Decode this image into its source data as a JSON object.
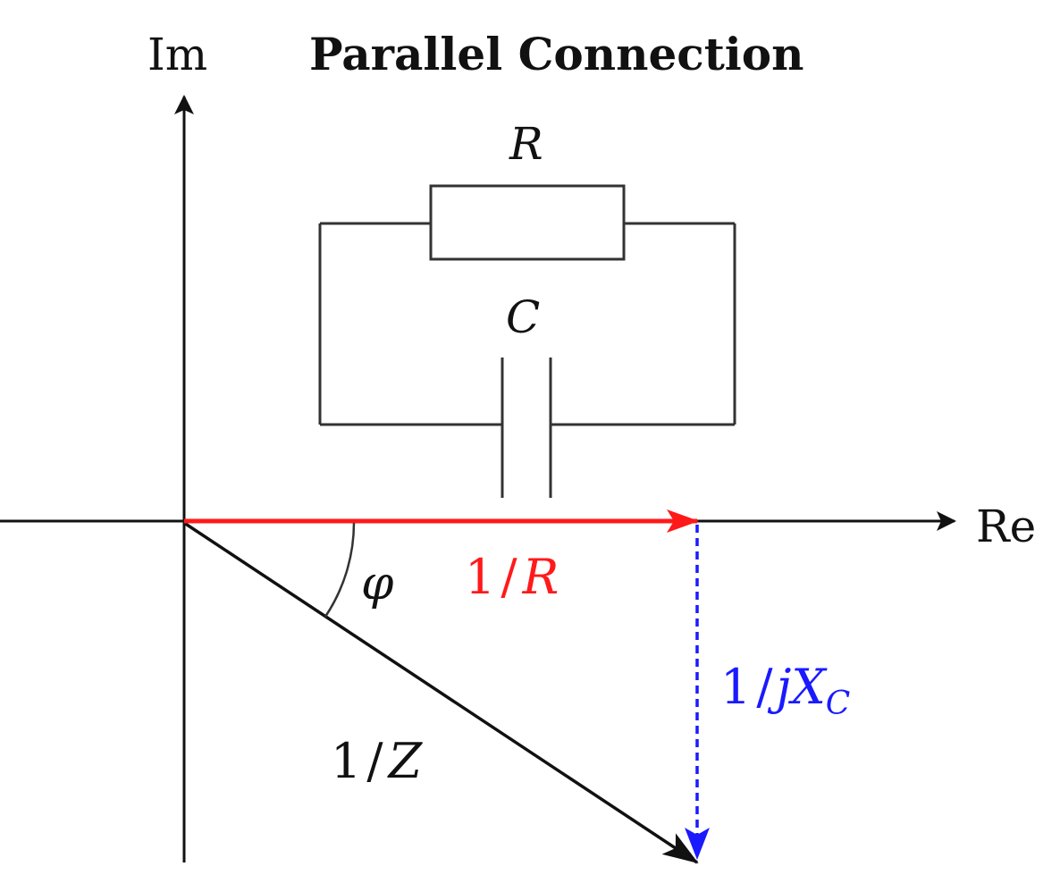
{
  "title": "Parallel Connection",
  "axes": {
    "imaginary_label": "Im",
    "real_label": "Re"
  },
  "circuit": {
    "resistor_label": "R",
    "capacitor_label": "C"
  },
  "phasors": {
    "conductance": {
      "numerator": "1",
      "slash": "/",
      "symbol": "R",
      "color": "#ff1a1a"
    },
    "susceptance": {
      "numerator": "1",
      "slash": "/",
      "j": "j",
      "symbol": "X",
      "subscript": "C",
      "color": "#1a1aff"
    },
    "admittance": {
      "numerator": "1",
      "slash": "/",
      "symbol": "Z",
      "color": "#111111"
    }
  },
  "angle_label": "φ",
  "colors": {
    "axis": "#111111",
    "circuit": "#333333",
    "conductance": "#ff1a1a",
    "susceptance": "#1a1aff",
    "admittance": "#111111"
  }
}
